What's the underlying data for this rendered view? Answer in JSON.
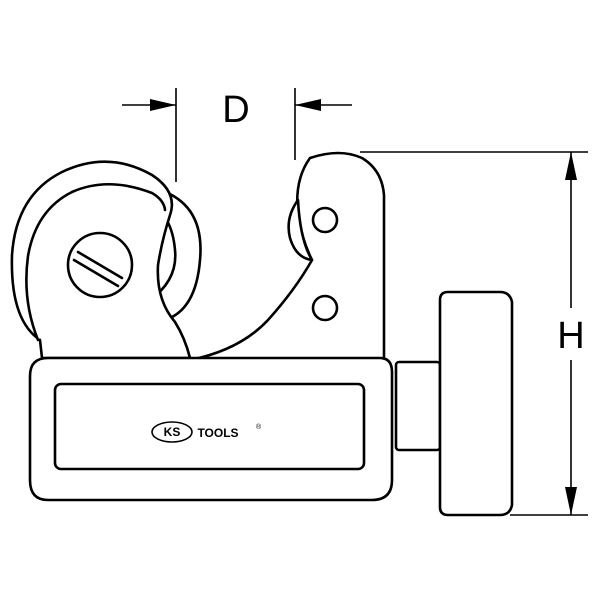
{
  "drawing": {
    "dimension_d_label": "D",
    "dimension_h_label": "H",
    "logo_ks": "KS",
    "logo_tools": "TOOLS",
    "logo_registered": "®"
  },
  "colors": {
    "line": "#000000",
    "background": "#ffffff"
  }
}
